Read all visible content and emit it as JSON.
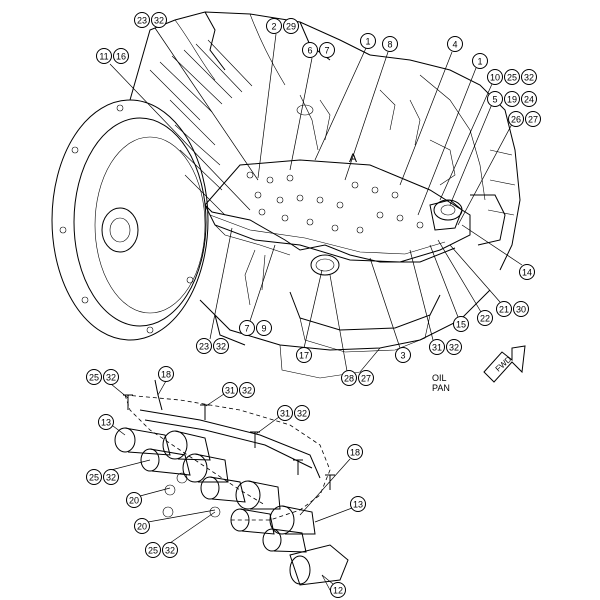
{
  "callouts": [
    {
      "id": "c1",
      "label": "23"
    },
    {
      "id": "c2",
      "label": "32"
    },
    {
      "id": "c3",
      "label": "2"
    },
    {
      "id": "c4",
      "label": "29"
    },
    {
      "id": "c5",
      "label": "11"
    },
    {
      "id": "c6",
      "label": "16"
    },
    {
      "id": "c7",
      "label": "6"
    },
    {
      "id": "c8",
      "label": "7"
    },
    {
      "id": "c9",
      "label": "1"
    },
    {
      "id": "c10",
      "label": "8"
    },
    {
      "id": "c11",
      "label": "4"
    },
    {
      "id": "c12",
      "label": "1"
    },
    {
      "id": "c13",
      "label": "10"
    },
    {
      "id": "c14",
      "label": "25"
    },
    {
      "id": "c15",
      "label": "32"
    },
    {
      "id": "c16",
      "label": "5"
    },
    {
      "id": "c17",
      "label": "19"
    },
    {
      "id": "c18",
      "label": "24"
    },
    {
      "id": "c19",
      "label": "26"
    },
    {
      "id": "c20",
      "label": "27"
    },
    {
      "id": "c21",
      "label": "14"
    },
    {
      "id": "c22",
      "label": "21"
    },
    {
      "id": "c23",
      "label": "30"
    },
    {
      "id": "c24",
      "label": "22"
    },
    {
      "id": "c25",
      "label": "15"
    },
    {
      "id": "c26",
      "label": "31"
    },
    {
      "id": "c27",
      "label": "32"
    },
    {
      "id": "c28",
      "label": "3"
    },
    {
      "id": "c29",
      "label": "28"
    },
    {
      "id": "c30",
      "label": "27"
    },
    {
      "id": "c31",
      "label": "17"
    },
    {
      "id": "c32",
      "label": "7"
    },
    {
      "id": "c33",
      "label": "9"
    },
    {
      "id": "c34",
      "label": "23"
    },
    {
      "id": "c35",
      "label": "32"
    },
    {
      "id": "c36",
      "label": "25"
    },
    {
      "id": "c37",
      "label": "32"
    },
    {
      "id": "c38",
      "label": "18"
    },
    {
      "id": "c39",
      "label": "31"
    },
    {
      "id": "c40",
      "label": "32"
    },
    {
      "id": "c41",
      "label": "31"
    },
    {
      "id": "c42",
      "label": "32"
    },
    {
      "id": "c43",
      "label": "13"
    },
    {
      "id": "c44",
      "label": "25"
    },
    {
      "id": "c45",
      "label": "32"
    },
    {
      "id": "c46",
      "label": "20"
    },
    {
      "id": "c47",
      "label": "20"
    },
    {
      "id": "c48",
      "label": "18"
    },
    {
      "id": "c49",
      "label": "13"
    },
    {
      "id": "c50",
      "label": "25"
    },
    {
      "id": "c51",
      "label": "32"
    },
    {
      "id": "c52",
      "label": "12"
    }
  ],
  "labels": {
    "view_letter": "A",
    "oil_pan_line1": "OIL",
    "oil_pan_line2": "PAN",
    "fwd": "FWD"
  }
}
